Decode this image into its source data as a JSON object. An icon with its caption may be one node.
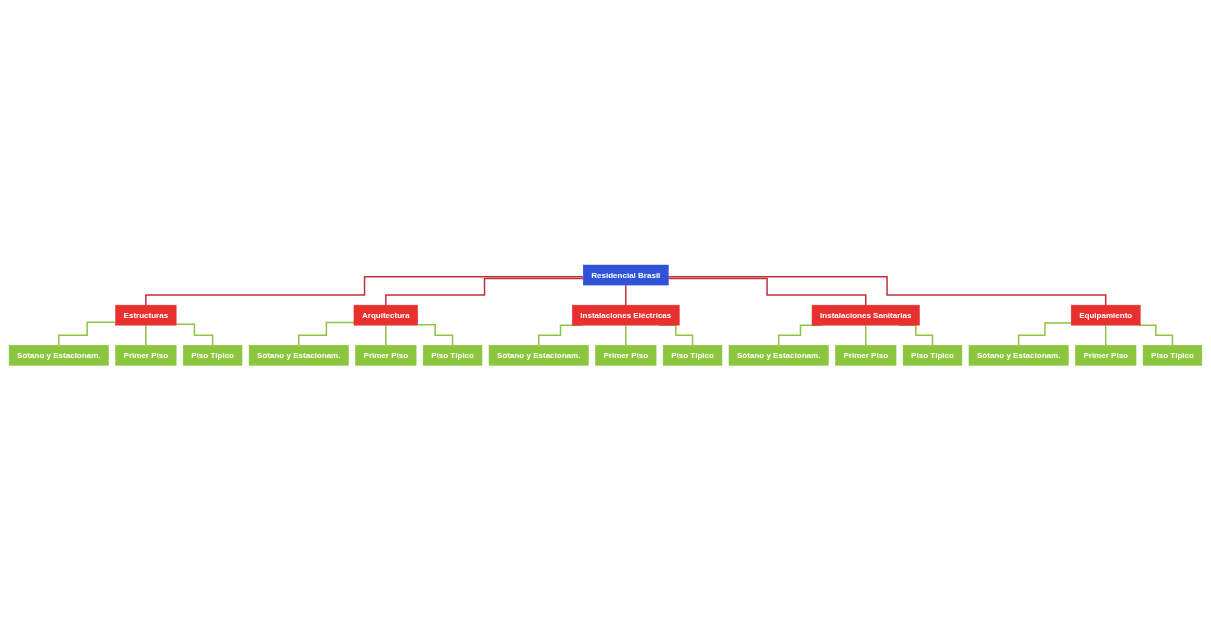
{
  "diagram": {
    "nodes": [
      {
        "text": [
          "Residencial Brasil"
        ]
      },
      {
        "text": [
          "Estructuras"
        ]
      },
      {
        "text": [
          "Arquitectura"
        ]
      },
      {
        "text": [
          "Instalaciones Eléctricas"
        ]
      },
      {
        "text": [
          "Instalaciones Sanitarias"
        ]
      },
      {
        "text": [
          "Equipamiento"
        ]
      },
      {
        "text": [
          "Sótano y Estacionam."
        ]
      },
      {
        "text": [
          "Sótano y Estacionam."
        ]
      },
      {
        "text": [
          "Sótano y Estacionam."
        ]
      },
      {
        "text": [
          "Sótano y Estacionam."
        ]
      },
      {
        "text": [
          "Sótano y Estacionam."
        ]
      },
      {
        "text": [
          "Primer Piso"
        ]
      },
      {
        "text": [
          "Primer Piso"
        ]
      },
      {
        "text": [
          "Primer Piso"
        ]
      },
      {
        "text": [
          "Primer Piso"
        ]
      },
      {
        "text": [
          "Primer Piso"
        ]
      },
      {
        "text": [
          "Piso Típico"
        ]
      },
      {
        "text": [
          "Piso Típico"
        ]
      },
      {
        "text": [
          "Piso Típico"
        ]
      },
      {
        "text": [
          "Piso Típico"
        ]
      },
      {
        "text": [
          "Piso Típico"
        ]
      }
    ],
    "edges": [
      {
        "from": 0,
        "to": 1,
        "arrow": "none",
        "color": "#c0303a"
      },
      {
        "from": 0,
        "to": 2,
        "arrow": "none",
        "color": "#c0303a"
      },
      {
        "from": 0,
        "to": 3,
        "arrow": "none",
        "color": "#c0303a"
      },
      {
        "from": 0,
        "to": 4,
        "arrow": "none",
        "color": "#c0303a"
      },
      {
        "from": 0,
        "to": 5,
        "arrow": "none",
        "color": "#c0303a"
      },
      {
        "from": 1,
        "to": 6,
        "arrow": "none"
      },
      {
        "from": 1,
        "to": 11,
        "arrow": "none"
      },
      {
        "from": 1,
        "to": 16,
        "arrow": "none"
      },
      {
        "from": 2,
        "to": 7,
        "arrow": "none"
      },
      {
        "from": 2,
        "to": 12,
        "arrow": "none"
      },
      {
        "from": 2,
        "to": 17,
        "arrow": "none"
      },
      {
        "from": 3,
        "to": 8,
        "arrow": "none"
      },
      {
        "from": 3,
        "to": 13,
        "arrow": "none"
      },
      {
        "from": 3,
        "to": 18,
        "arrow": "none"
      },
      {
        "from": 4,
        "to": 9,
        "arrow": "none"
      },
      {
        "from": 4,
        "to": 14,
        "arrow": "none"
      },
      {
        "from": 4,
        "to": 19,
        "arrow": "none"
      },
      {
        "from": 5,
        "to": 10,
        "arrow": "none"
      },
      {
        "from": 5,
        "to": 15,
        "arrow": "none"
      },
      {
        "from": 5,
        "to": 20,
        "arrow": "none"
      }
    ]
  }
}
